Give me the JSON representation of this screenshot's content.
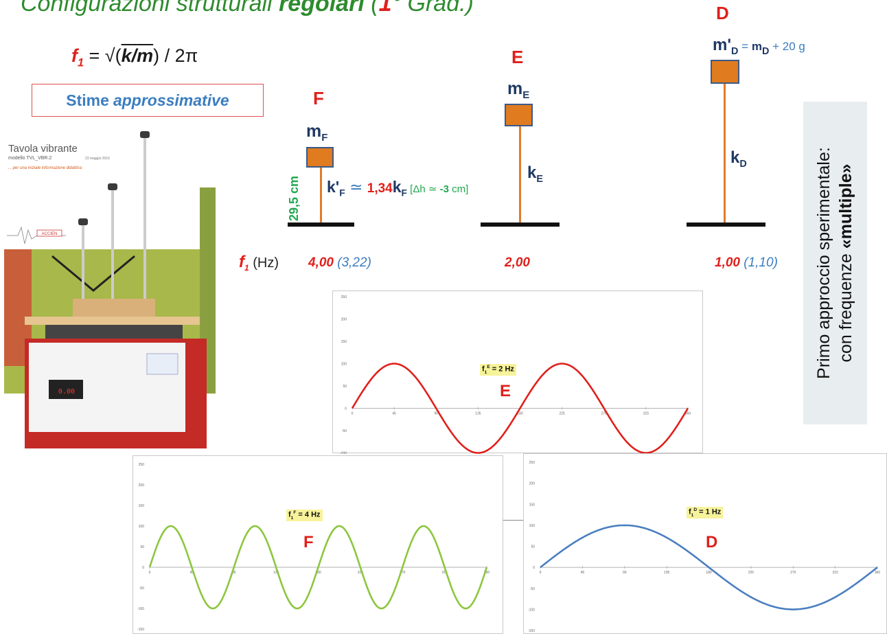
{
  "title": {
    "prefix": "Configurazioni strutturali ",
    "bold": "regolari",
    "paren_open": " (",
    "num": "1",
    "paren_rest": "° Grad.)"
  },
  "formula": {
    "f": "f",
    "sub": "1",
    "eq": " = √(",
    "k": "k",
    "slash": "/",
    "m": "m",
    "close": ") / 2π"
  },
  "estimates_label": {
    "text": "Stime",
    "italic": "approssimative"
  },
  "photo": {
    "title": "Tavola vibrante",
    "subtitle": "modello TVL_VBR.2",
    "date": "23 maggio 2016",
    "note": "... per una iniziale informazione didattica",
    "logo_text": "ACCIEN"
  },
  "structures": {
    "F": {
      "letter": "F",
      "mass": "m",
      "mass_sub": "F",
      "height": "29,5 cm",
      "k_prime": "k'",
      "k_sub": "F",
      "approx": " ≃ ",
      "factor": "1,34",
      "k": "k",
      "k_sub2": "F",
      "delta_open": " [Δh ≃ ",
      "delta_val": "-3",
      "delta_close": " cm]"
    },
    "E": {
      "letter": "E",
      "mass": "m",
      "mass_sub": "E",
      "spring": "k",
      "spring_sub": "E"
    },
    "D": {
      "letter": "D",
      "mass": "m'",
      "mass_sub": "D",
      "eq": " = ",
      "mass2": "m",
      "mass2_sub": "D",
      "plus": " + 20 g",
      "spring": "k",
      "spring_sub": "D"
    }
  },
  "frequencies": {
    "label": "f",
    "label_sub": "1",
    "unit": " (Hz)",
    "F_value": "4,00",
    "F_measured": " (3,22)",
    "E_value": "2,00",
    "D_value": "1,00",
    "D_measured": " (1,10)"
  },
  "side_note": {
    "line1": "Primo approccio sperimentale:",
    "line2_prefix": "con frequenze ",
    "line2_bold": "«multiple»"
  },
  "colors": {
    "red": "#e0201b",
    "green": "#22a84f",
    "blue": "#3b7dc0",
    "navy": "#1f3964",
    "spring": "#e07b2a",
    "mass": "#e07b20"
  },
  "chart_data": [
    {
      "type": "line",
      "name": "E",
      "tag_f": "f",
      "tag_sub": "1",
      "tag_sup": "E",
      "tag_rest": " = 2 Hz",
      "label": "E",
      "color": "#e0201b",
      "amplitude": 100,
      "cycles": 2,
      "xlim": [
        0,
        360
      ],
      "ylim": [
        -150,
        250
      ],
      "yticks": [
        "250",
        "200",
        "150",
        "100",
        "50",
        "0",
        "-50",
        "-100"
      ],
      "xticks": [
        "0",
        "45",
        "90",
        "135",
        "180",
        "225",
        "270",
        "315",
        "360"
      ]
    },
    {
      "type": "line",
      "name": "F",
      "tag_f": "f",
      "tag_sub": "1",
      "tag_sup": "F",
      "tag_rest": " = 4 Hz",
      "label": "F",
      "color": "#8cc63e",
      "amplitude": 100,
      "cycles": 4,
      "xlim": [
        0,
        360
      ],
      "ylim": [
        -150,
        250
      ],
      "yticks": [
        "250",
        "200",
        "150",
        "100",
        "50",
        "0",
        "-50",
        "-100",
        "-150"
      ],
      "xticks": [
        "0",
        "45",
        "90",
        "135",
        "180",
        "225",
        "270",
        "315",
        "360"
      ]
    },
    {
      "type": "line",
      "name": "D",
      "tag_f": "f",
      "tag_sub": "1",
      "tag_sup": "D",
      "tag_rest": " = 1 Hz",
      "label": "D",
      "color": "#4a7fc0",
      "amplitude": 100,
      "cycles": 1,
      "xlim": [
        0,
        360
      ],
      "ylim": [
        -150,
        250
      ],
      "yticks": [
        "250",
        "200",
        "150",
        "100",
        "50",
        "0",
        "-50",
        "-100",
        "-150"
      ],
      "xticks": [
        "0",
        "45",
        "90",
        "135",
        "180",
        "225",
        "270",
        "315",
        "360"
      ]
    }
  ]
}
